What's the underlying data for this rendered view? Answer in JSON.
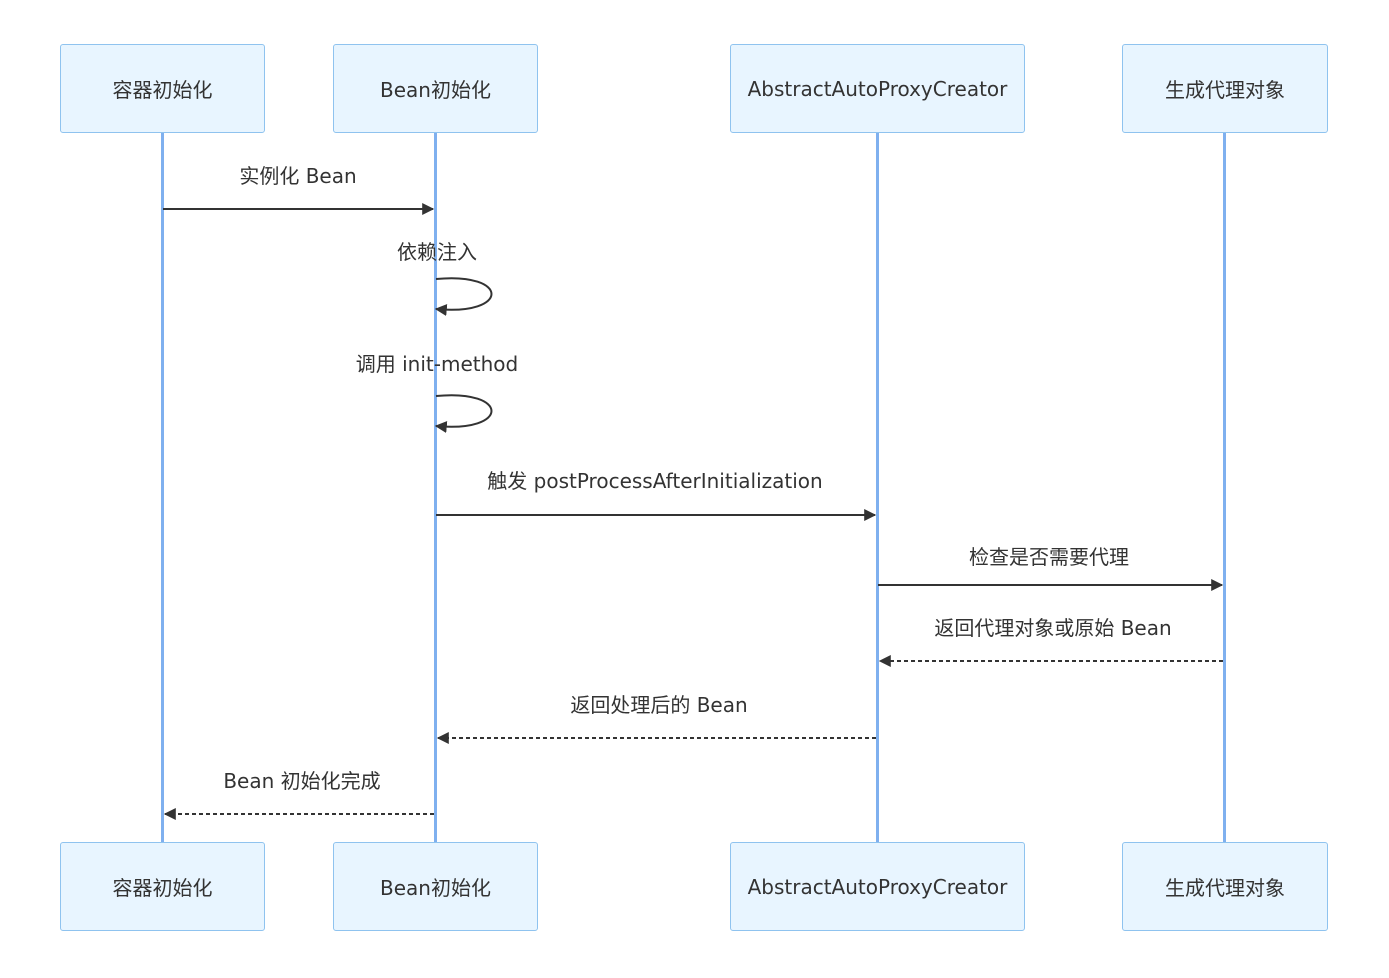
{
  "participants": [
    {
      "id": "container",
      "label": "容器初始化"
    },
    {
      "id": "bean",
      "label": "Bean初始化"
    },
    {
      "id": "aapc",
      "label": "AbstractAutoProxyCreator"
    },
    {
      "id": "proxy",
      "label": "生成代理对象"
    }
  ],
  "messages": [
    {
      "from": "container",
      "to": "bean",
      "label": "实例化 Bean",
      "style": "solid"
    },
    {
      "from": "bean",
      "to": "bean",
      "label": "依赖注入",
      "style": "self"
    },
    {
      "from": "bean",
      "to": "bean",
      "label": "调用 init-method",
      "style": "self"
    },
    {
      "from": "bean",
      "to": "aapc",
      "label": "触发 postProcessAfterInitialization",
      "style": "solid"
    },
    {
      "from": "aapc",
      "to": "proxy",
      "label": "检查是否需要代理",
      "style": "solid"
    },
    {
      "from": "proxy",
      "to": "aapc",
      "label": "返回代理对象或原始 Bean",
      "style": "dashed"
    },
    {
      "from": "aapc",
      "to": "bean",
      "label": "返回处理后的 Bean",
      "style": "dashed"
    },
    {
      "from": "bean",
      "to": "container",
      "label": "Bean 初始化完成",
      "style": "dashed"
    }
  ],
  "colors": {
    "actor_fill": "#e8f5ff",
    "actor_border": "#8fc3ef",
    "lifeline": "#7fb0ef",
    "arrow": "#333333",
    "text": "#333333"
  }
}
